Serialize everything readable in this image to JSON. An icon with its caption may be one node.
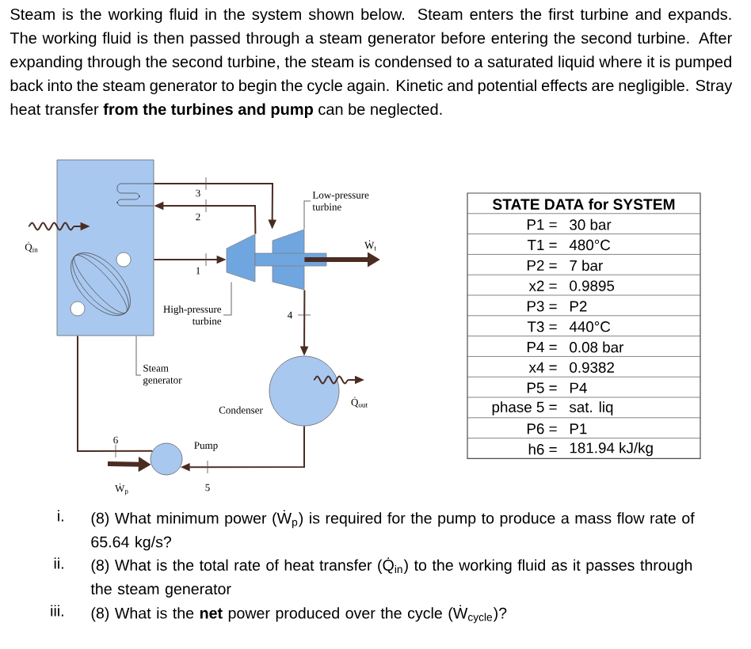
{
  "diagram": {
    "nodes": [
      {
        "text": [],
        "shape": "box"
      },
      {
        "text": [],
        "shape": "trapezoid"
      },
      {
        "text": [],
        "shape": "trapezoid"
      },
      {
        "text": [],
        "shape": "circle",
        "beside": [
          "Condenser"
        ]
      },
      {
        "text": [],
        "shape": "circle",
        "beside": [
          "Pump"
        ]
      },
      {
        "text": [
          "Steam generator"
        ]
      },
      {
        "text": [
          "High-pressure turbine"
        ]
      },
      {
        "text": [
          "Low-pressure turbine"
        ]
      }
    ],
    "edges": [
      {
        "from": 0,
        "to": 1,
        "arrow": "to",
        "label": "1"
      },
      {
        "from": 1,
        "to": 0,
        "arrow": "to",
        "label": "2"
      },
      {
        "from": 0,
        "to": 2,
        "arrow": "to",
        "label": "3"
      },
      {
        "from": 2,
        "to": 3,
        "arrow": "to",
        "label": "4"
      },
      {
        "from": 3,
        "to": 4,
        "arrow": "to",
        "label": "5"
      },
      {
        "from": 4,
        "to": 0,
        "arrow": "none",
        "label": "6"
      },
      {
        "from": null,
        "to": 0,
        "arrow": "to",
        "label": "Q̇$_{in}$"
      },
      {
        "from": 2,
        "to": null,
        "arrow": "to",
        "label": "Ẇ$_{t}$",
        "style": "thick"
      },
      {
        "from": 3,
        "to": null,
        "arrow": "to",
        "label": "Q̇$_{out}$"
      },
      {
        "from": null,
        "to": 4,
        "arrow": "to",
        "label": "Ẇ$_{p}$",
        "style": "thick"
      },
      {
        "from": 5,
        "to": 0,
        "arrow": "none"
      },
      {
        "from": 6,
        "to": 1,
        "arrow": "none"
      },
      {
        "from": 7,
        "to": 2,
        "arrow": "none"
      }
    ],
    "labels": [
      "Steam is the working fluid in the system shown below.  Steam enters the first turbine and expands.  The working fluid is then passed through a steam generator before entering the second turbine.  After expanding through the second turbine, the steam is condensed to a saturated liquid where it is pumped back into the steam generator to begin the cycle again. Kinetic and potential effects are negligible.  Stray heat transfer **from the turbines and pump** can be neglected.",
      "STATE DATA for SYSTEM",
      "P1 =",
      "30 bar",
      "T1 =",
      "480°C",
      "P2 =",
      "7 bar",
      "x2 =",
      "0.9895",
      "P3 =",
      "P2",
      "T3 =",
      "440°C",
      "P4 =",
      "0.08 bar",
      "x4 =",
      "0.9382",
      "P5 =",
      "P4",
      "phase 5 =",
      "sat. liq",
      "P6 =",
      "P1",
      "h6 =",
      "181.94 kJ/kg",
      "i.",
      "(8) What minimum power (Ẇ$_{p}$) is required for the pump to produce a mass flow rate of 65.64 kg/s?",
      "ii.",
      "(8) What is the total rate of heat transfer (Q̇$_{in}$) to the working fluid as it passes through the steam generator",
      "iii.",
      "(8) What is the **net** power produced over the cycle (Ẇ$_{cycle}$)?"
    ]
  }
}
